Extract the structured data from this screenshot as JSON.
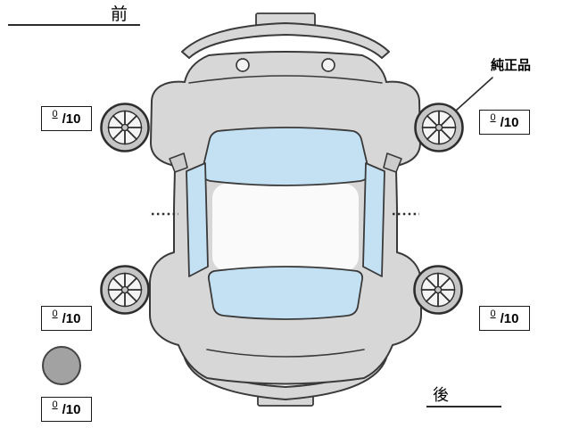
{
  "labels": {
    "front": "前",
    "rear": "後",
    "genuine_part": "純正品"
  },
  "tread_scores": {
    "front_left": {
      "value": "0",
      "denominator": "/10"
    },
    "front_right": {
      "value": "0",
      "denominator": "/10"
    },
    "rear_left": {
      "value": "0",
      "denominator": "/10"
    },
    "rear_right": {
      "value": "0",
      "denominator": "/10"
    },
    "spare": {
      "value": "0",
      "denominator": "/10"
    }
  },
  "icons": {
    "wheel": "spoked-alloy-wheel-circle",
    "spare_tire": "filled-gray-circle"
  },
  "colors": {
    "body_fill": "#d7d7d7",
    "window_fill": "#c4e1f4",
    "roof_fill": "#fafafa",
    "outline": "#3a3a3a",
    "spare_tire_fill": "#a2a2a2"
  }
}
